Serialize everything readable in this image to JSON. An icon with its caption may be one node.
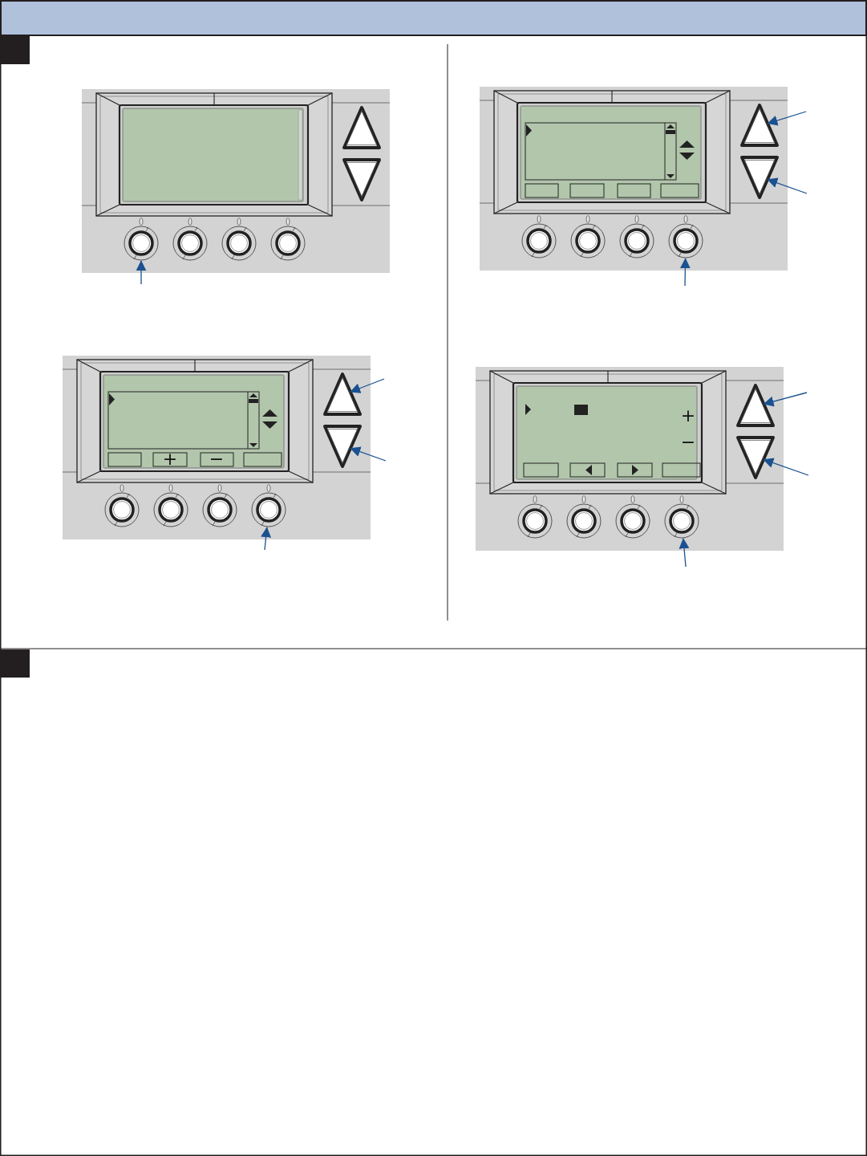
{
  "diagram": {
    "nodes": [
      {
        "text": [],
        "shape": "circle"
      },
      {
        "text": [],
        "shape": "triangle"
      },
      {
        "text": [],
        "shape": "triangle"
      },
      {
        "text": [],
        "shape": "circle"
      },
      {
        "text": [],
        "shape": "triangle"
      },
      {
        "text": [],
        "shape": "triangle"
      },
      {
        "text": [],
        "shape": "circle"
      },
      {
        "text": [],
        "shape": "triangle"
      },
      {
        "text": [],
        "shape": "triangle"
      },
      {
        "text": [],
        "shape": "circle"
      }
    ],
    "edges": [
      {
        "from": null,
        "to": 0,
        "arrow": "to"
      },
      {
        "from": null,
        "to": 1,
        "arrow": "to"
      },
      {
        "from": null,
        "to": 2,
        "arrow": "to"
      },
      {
        "from": null,
        "to": 3,
        "arrow": "to"
      },
      {
        "from": null,
        "to": 4,
        "arrow": "to"
      },
      {
        "from": null,
        "to": 5,
        "arrow": "to"
      },
      {
        "from": null,
        "to": 6,
        "arrow": "to"
      },
      {
        "from": null,
        "to": 7,
        "arrow": "to"
      },
      {
        "from": null,
        "to": 8,
        "arrow": "to"
      },
      {
        "from": null,
        "to": 9,
        "arrow": "to"
      }
    ],
    "labels": [
      "+",
      "−",
      "+",
      "−"
    ]
  }
}
